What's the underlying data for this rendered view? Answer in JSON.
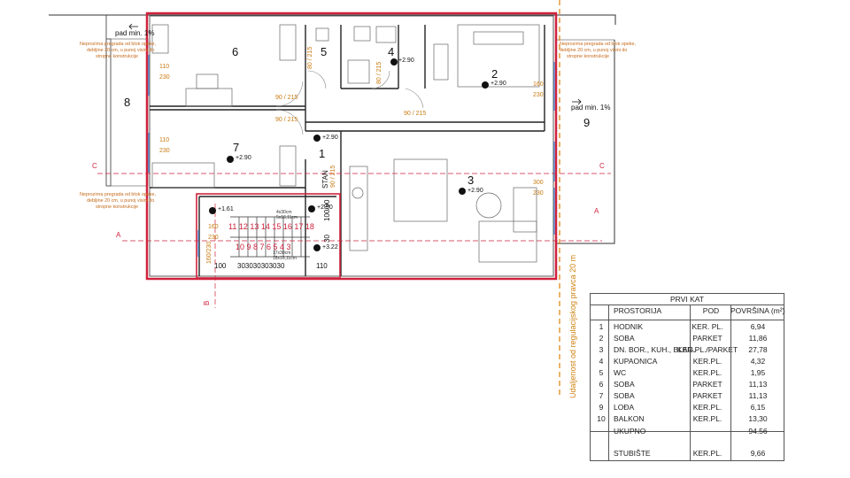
{
  "rooms": [
    {
      "num": "1"
    },
    {
      "num": "2"
    },
    {
      "num": "3"
    },
    {
      "num": "4"
    },
    {
      "num": "5"
    },
    {
      "num": "6"
    },
    {
      "num": "7"
    },
    {
      "num": "8"
    },
    {
      "num": "9"
    }
  ],
  "levels": {
    "lv_290": "+2.90",
    "lv_161": "+1.61",
    "lv_322": "+3.22"
  },
  "slope": {
    "left": "pad min. 1%",
    "right": "pad min. 1%"
  },
  "notes": {
    "line1": "Neprozirna pregrada od blok opeke,",
    "line2": "debljine 20 cm, u punoj visini do",
    "line3": "stropne konstrukcije"
  },
  "dims": {
    "d110": "110",
    "d230": "230",
    "d160": "160",
    "d300": "300",
    "d90_215": "90 / 215",
    "d80_215": "80 / 215",
    "d100": "100",
    "d30": "30",
    "d100_90": "100/90",
    "d160_230": "160/230"
  },
  "stairs": {
    "upper_row": "11 12 13 14 15 16 17 18",
    "lower_row": "10 9 8 7 6 5 4 3",
    "treads": "303030303030",
    "left_dim": "100",
    "right_dim": "110",
    "label": "STAN",
    "small1": "4x30cm",
    "small2": "5x16,11cm",
    "small3": "17x30cm",
    "small4": "18x16,11cm"
  },
  "sections": {
    "a": "A",
    "c": "C",
    "b": "B"
  },
  "vertical_note": "Udaljenost od regulacijskog pravca 20 m",
  "table": {
    "title": "PRVI KAT",
    "headers": {
      "name": "PROSTORIJA",
      "floor": "POD",
      "area": "POVRŠINA (m²)"
    },
    "rows": [
      {
        "no": "1",
        "name": "HODNIK",
        "floor": "KER. PL.",
        "area": "6,94"
      },
      {
        "no": "2",
        "name": "SOBA",
        "floor": "PARKET",
        "area": "11,86"
      },
      {
        "no": "3",
        "name": "DN. BOR., KUH., BLAG.",
        "floor": "KER.PL./PARKET",
        "area": "27,78"
      },
      {
        "no": "4",
        "name": "KUPAONICA",
        "floor": "KER.PL.",
        "area": "4,32"
      },
      {
        "no": "5",
        "name": "WC",
        "floor": "KER.PL.",
        "area": "1,95"
      },
      {
        "no": "6",
        "name": "SOBA",
        "floor": "PARKET",
        "area": "11,13"
      },
      {
        "no": "7",
        "name": "SOBA",
        "floor": "PARKET",
        "area": "11,13"
      },
      {
        "no": "9",
        "name": "LOĐA",
        "floor": "KER.PL.",
        "area": "6,15"
      },
      {
        "no": "10",
        "name": "BALKON",
        "floor": "KER.PL.",
        "area": "13,30"
      }
    ],
    "total_label": "UKUPNO",
    "total_value": "94.56",
    "stair_name": "STUBIŠTE",
    "stair_floor": "KER.PL.",
    "stair_area": "9,66"
  }
}
